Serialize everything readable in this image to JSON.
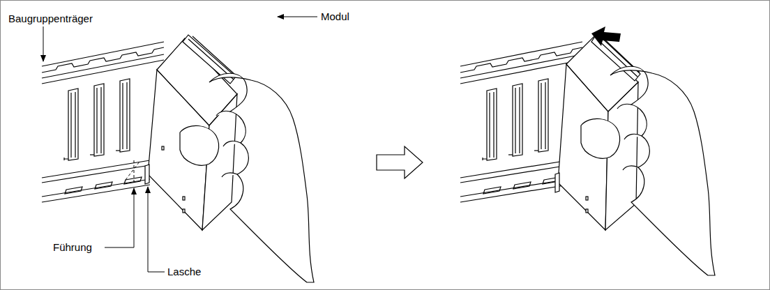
{
  "diagram": {
    "labels": [
      "Baugruppenträger",
      "Modul",
      "Führung",
      "Lasche"
    ]
  }
}
